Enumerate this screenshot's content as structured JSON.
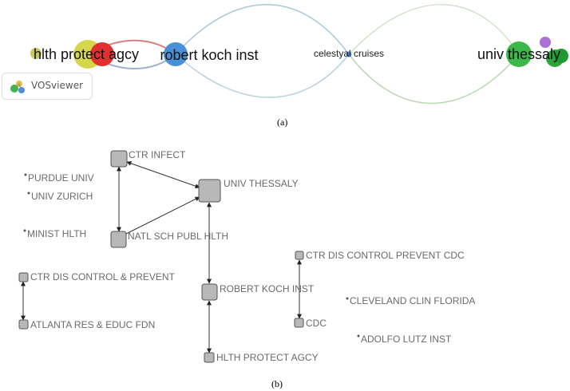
{
  "panel_a": {
    "caption": "(a)",
    "logo_text": "VOSviewer",
    "colors": {
      "yellow": "#d6d64a",
      "red": "#e03030",
      "blue": "#4a90d9",
      "green": "#3cb84a",
      "purple": "#a870d8"
    },
    "nodes": [
      {
        "id": "hlth",
        "label": "hlth protect agcy",
        "color": "yellow"
      },
      {
        "id": "rki",
        "label": "robert koch inst",
        "color": "blue"
      },
      {
        "id": "celestyal",
        "label": "celestyal cruises",
        "color": "blue"
      },
      {
        "id": "thessaly",
        "label": "univ thessaly",
        "color": "green"
      }
    ]
  },
  "panel_b": {
    "caption": "(b)",
    "nodes": [
      {
        "id": "ctr_infect",
        "label": "CTR INFECT"
      },
      {
        "id": "univ_thessaly",
        "label": "UNIV THESSALY"
      },
      {
        "id": "purdue",
        "label": "PURDUE UNIV"
      },
      {
        "id": "zurich",
        "label": "UNIV ZURICH"
      },
      {
        "id": "minist",
        "label": "MINIST HLTH"
      },
      {
        "id": "natl_sch",
        "label": "NATL SCH PUBL HLTH"
      },
      {
        "id": "ctr_dis_prev",
        "label": "CTR DIS CONTROL & PREVENT"
      },
      {
        "id": "atlanta",
        "label": "ATLANTA RES & EDUC FDN"
      },
      {
        "id": "rki",
        "label": "ROBERT KOCH INST"
      },
      {
        "id": "hlth",
        "label": "HLTH PROTECT AGCY"
      },
      {
        "id": "cdc_prev",
        "label": "CTR DIS CONTROL PREVENT CDC"
      },
      {
        "id": "cdc",
        "label": "CDC"
      },
      {
        "id": "cleveland",
        "label": "CLEVELAND CLIN FLORIDA"
      },
      {
        "id": "adolfo",
        "label": "ADOLFO LUTZ INST"
      }
    ]
  }
}
